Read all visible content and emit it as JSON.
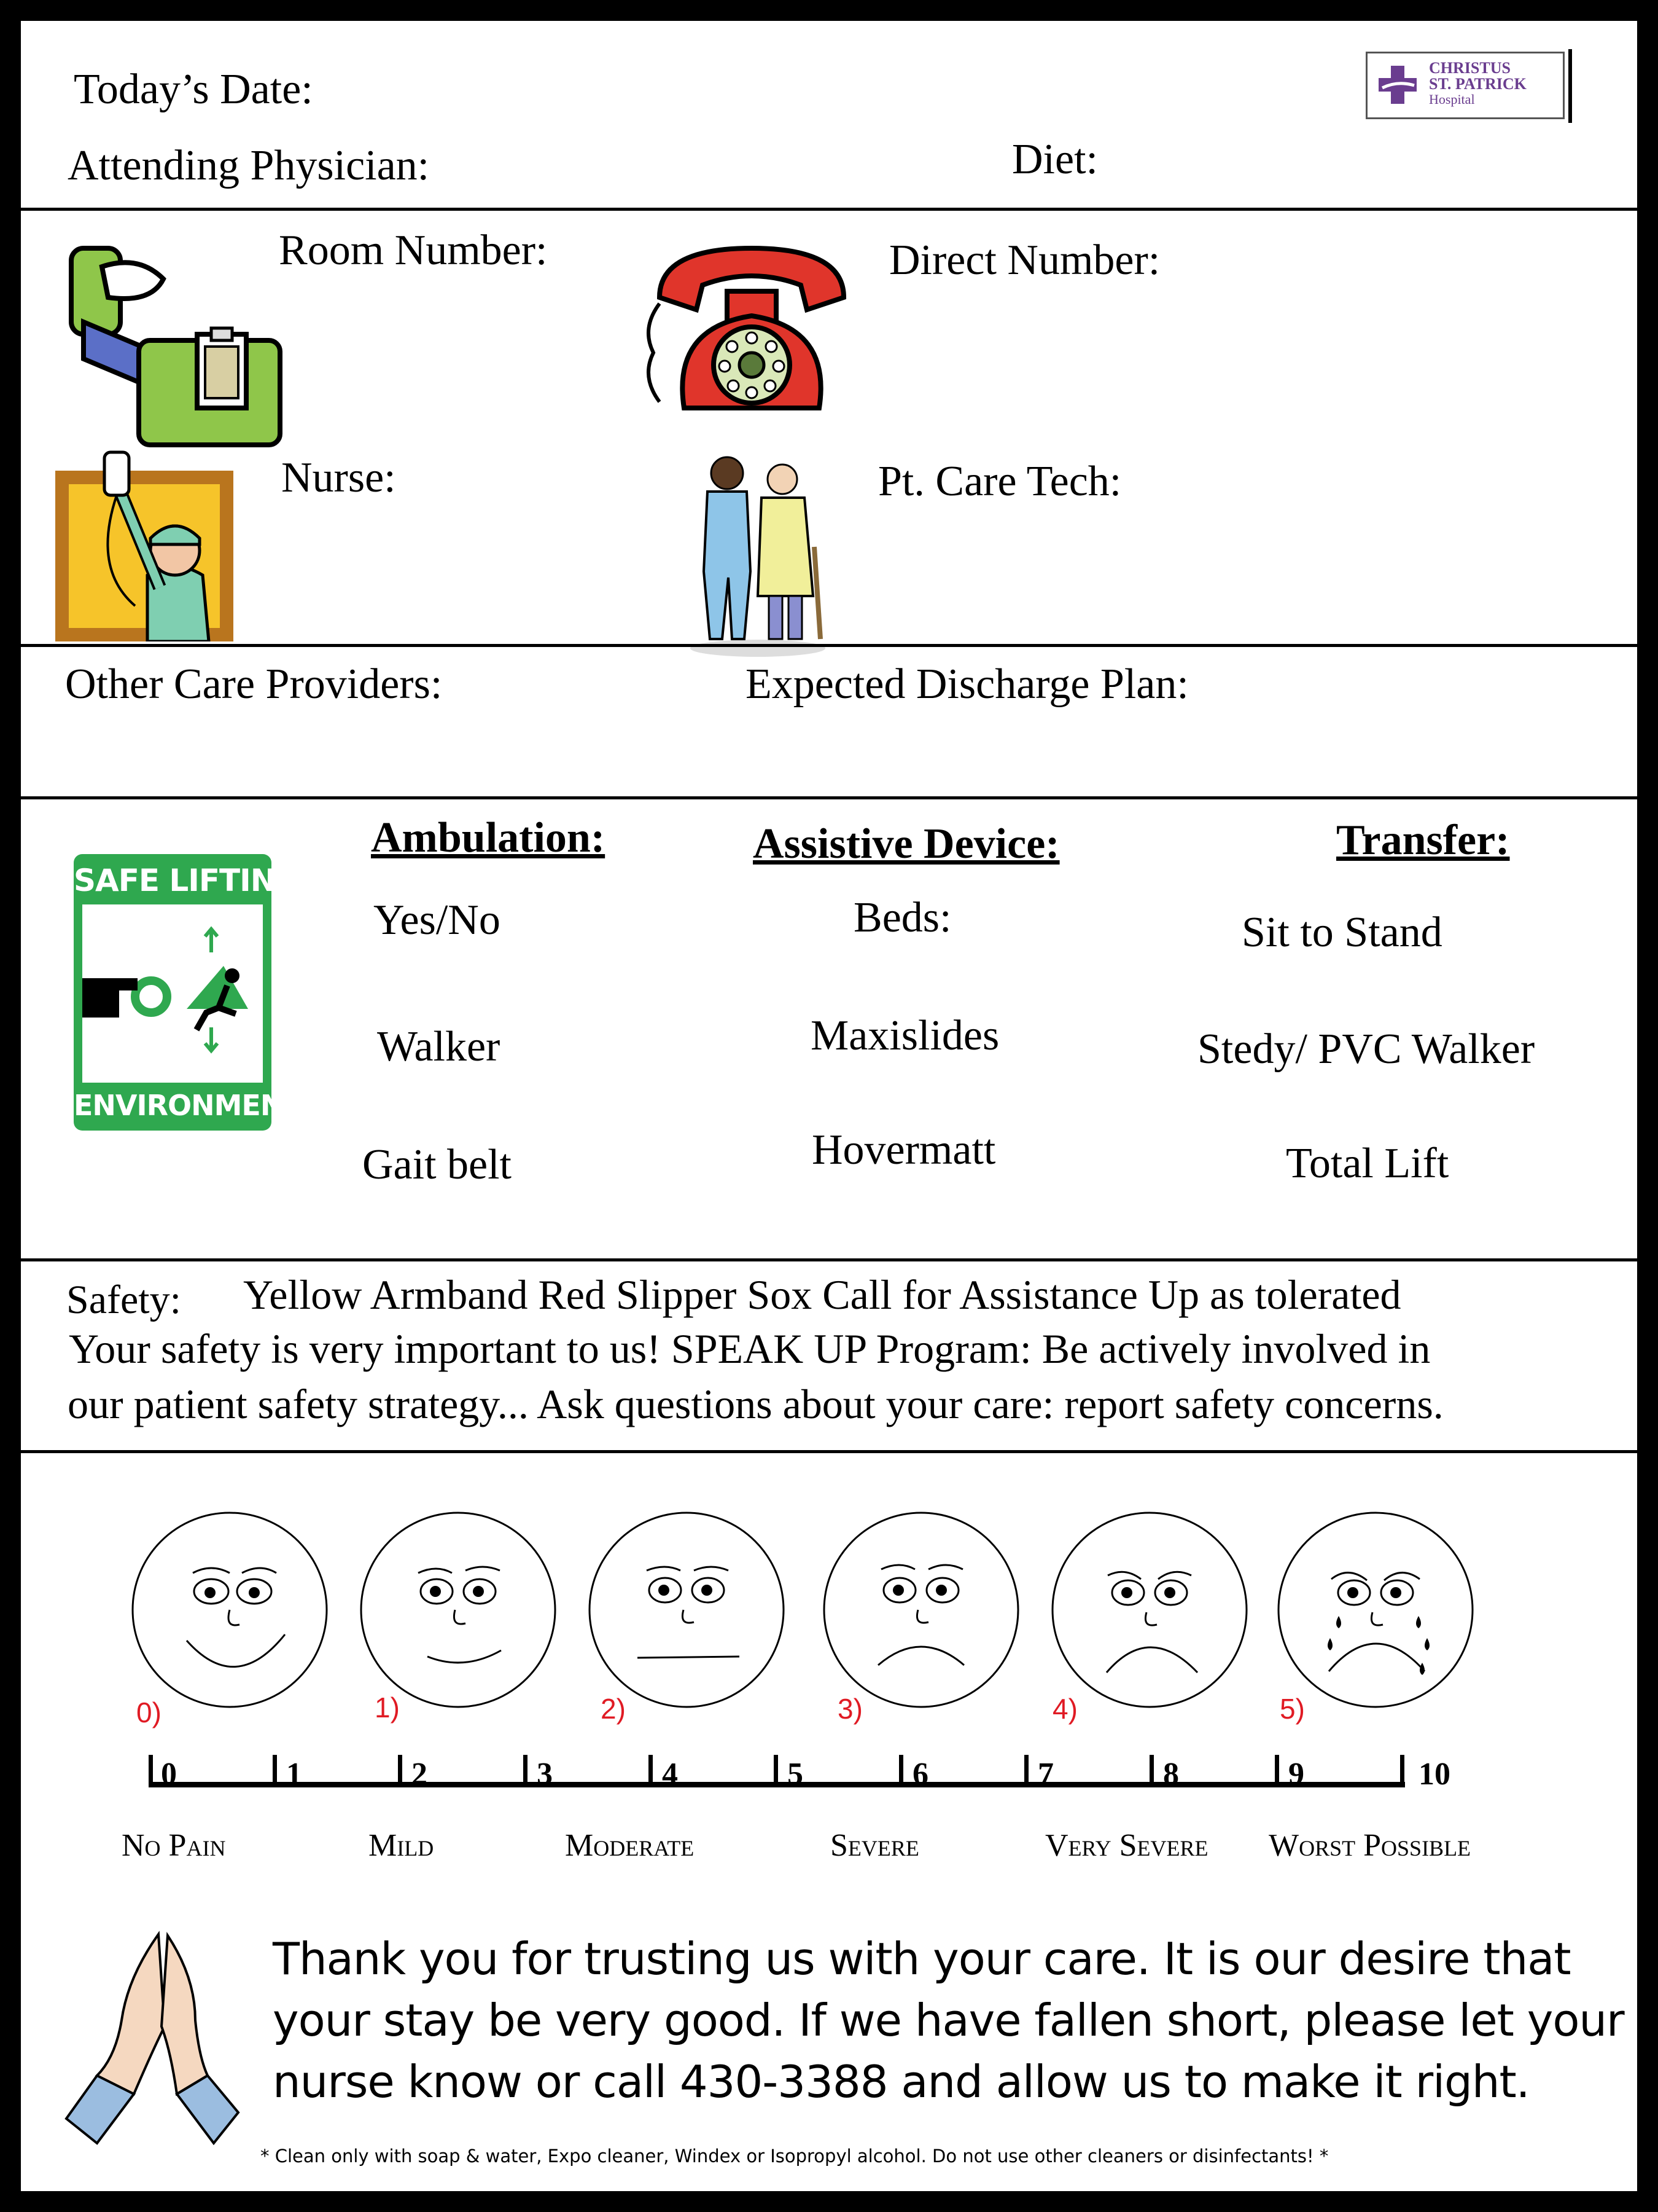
{
  "header": {
    "todays_date_label": "Today’s Date:",
    "attending_physician_label": "Attending Physician:",
    "diet_label": "Diet:",
    "logo_text": [
      "CHRISTUS",
      "ST. PATRICK",
      "Hospital"
    ]
  },
  "contacts": {
    "room_number_label": "Room Number:",
    "direct_number_label": "Direct Number:",
    "nurse_label": "Nurse:",
    "pt_care_tech_label": "Pt. Care Tech:"
  },
  "providers": {
    "other_care_providers_label": "Other Care Providers:",
    "expected_discharge_plan_label": "Expected Discharge Plan:"
  },
  "mobility": {
    "sign_text_top": "SAFE LIFTING",
    "sign_text_bottom": "ENVIRONMENT",
    "ambulation_heading": "Ambulation:",
    "ambulation_options": [
      "Yes/No",
      "Walker",
      "Gait belt"
    ],
    "assistive_heading": "Assistive Device:",
    "assistive_options": [
      "Beds:",
      "Maxislides",
      "Hovermatt"
    ],
    "transfer_heading": "Transfer:",
    "transfer_options": [
      "Sit to Stand",
      "Stedy/ PVC Walker",
      "Total Lift"
    ]
  },
  "safety": {
    "label": "Safety:",
    "items": "Yellow Armband  Red Slipper Sox  Call for Assistance  Up as tolerated",
    "line2": "Your safety is very important to us!  SPEAK UP Program: Be actively involved in",
    "line3": "our patient safety strategy... Ask questions about your care: report safety concerns."
  },
  "pain_scale": {
    "face_labels": [
      "0)",
      "1)",
      "2)",
      "3)",
      "4)",
      "5)"
    ],
    "tick_numbers": [
      "0",
      "1",
      "2",
      "3",
      "4",
      "5",
      "6",
      "7",
      "8",
      "9",
      "10"
    ],
    "severity_labels": [
      "No Pain",
      "Mild",
      "Moderate",
      "Severe",
      "Very Severe",
      "Worst Possible"
    ]
  },
  "footer": {
    "message_lines": [
      "Thank you for trusting us with your care.  It is our desire that",
      "your stay be very good.  If we have fallen short, please let your",
      "nurse know or call 430-3388 and allow us to make it right."
    ],
    "cleaning_note": "* Clean only with soap & water, Expo cleaner, Windex or Isopropyl alcohol.  Do not use other cleaners or disinfectants! *"
  },
  "colors": {
    "sign_green": "#2fa84f",
    "phone_red": "#e0352b",
    "bed_green": "#8fc64a",
    "face_label_red": "#e01b24"
  }
}
